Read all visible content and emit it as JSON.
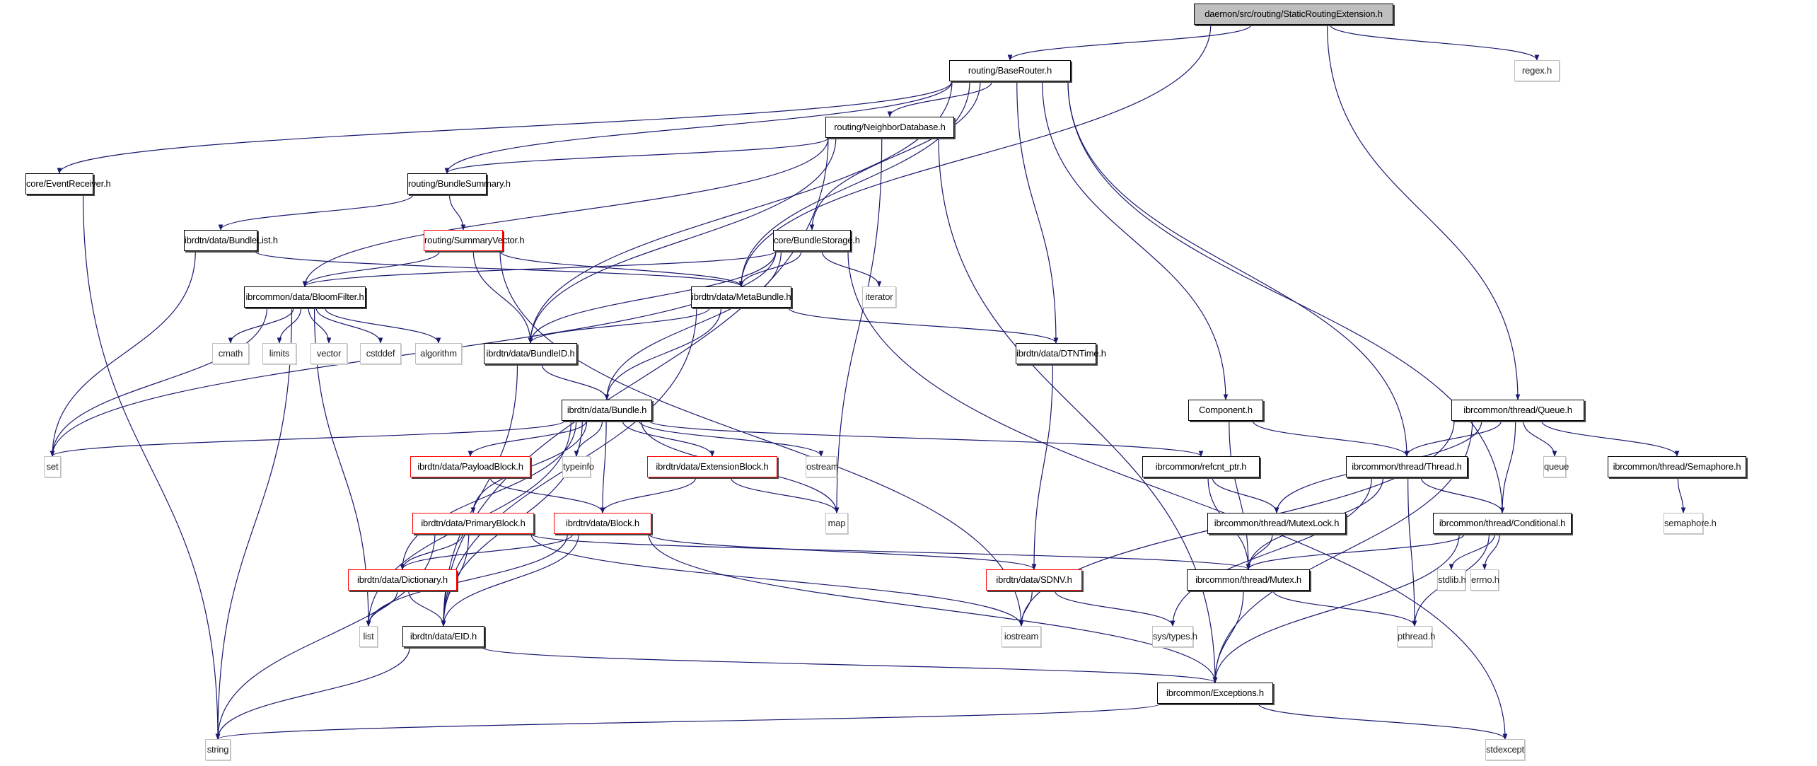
{
  "title": "daemon/src/routing/StaticRoutingExtension.h",
  "colors": {
    "edge": "#191970",
    "project_border": "#000000",
    "undocumented_border": "#ff0000",
    "system_border": "#bfbfbf",
    "root_fill": "#bfbfbf"
  },
  "nodes": [
    {
      "id": "root",
      "label": "daemon/src/routing/StaticRoutingExtension.h",
      "kind": "root"
    },
    {
      "id": "baserouter",
      "label": "routing/BaseRouter.h",
      "kind": "main"
    },
    {
      "id": "regex",
      "label": "regex.h",
      "kind": "sys"
    },
    {
      "id": "neighbordb",
      "label": "routing/NeighborDatabase.h",
      "kind": "main"
    },
    {
      "id": "eventreceiver",
      "label": "core/EventReceiver.h",
      "kind": "main"
    },
    {
      "id": "bundlesummary",
      "label": "routing/BundleSummary.h",
      "kind": "main"
    },
    {
      "id": "bundlelist",
      "label": "ibrdtn/data/BundleList.h",
      "kind": "main"
    },
    {
      "id": "summaryvector",
      "label": "routing/SummaryVector.h",
      "kind": "red"
    },
    {
      "id": "bundlestorage",
      "label": "core/BundleStorage.h",
      "kind": "main"
    },
    {
      "id": "bloomfilter",
      "label": "ibrcommon/data/BloomFilter.h",
      "kind": "main"
    },
    {
      "id": "metabundle",
      "label": "ibrdtn/data/MetaBundle.h",
      "kind": "main"
    },
    {
      "id": "iterator",
      "label": "iterator",
      "kind": "sys"
    },
    {
      "id": "cmath",
      "label": "cmath",
      "kind": "sys"
    },
    {
      "id": "limits",
      "label": "limits",
      "kind": "sys"
    },
    {
      "id": "vector",
      "label": "vector",
      "kind": "sys"
    },
    {
      "id": "cstddef",
      "label": "cstddef",
      "kind": "sys"
    },
    {
      "id": "algorithm",
      "label": "algorithm",
      "kind": "sys"
    },
    {
      "id": "bundleid",
      "label": "ibrdtn/data/BundleID.h",
      "kind": "main"
    },
    {
      "id": "dtntime",
      "label": "ibrdtn/data/DTNTime.h",
      "kind": "main"
    },
    {
      "id": "bundle",
      "label": "ibrdtn/data/Bundle.h",
      "kind": "main"
    },
    {
      "id": "component",
      "label": "Component.h",
      "kind": "main"
    },
    {
      "id": "queue_h",
      "label": "ibrcommon/thread/Queue.h",
      "kind": "main"
    },
    {
      "id": "set",
      "label": "set",
      "kind": "sys"
    },
    {
      "id": "payloadblock",
      "label": "ibrdtn/data/PayloadBlock.h",
      "kind": "red"
    },
    {
      "id": "typeinfo",
      "label": "typeinfo",
      "kind": "sys"
    },
    {
      "id": "extensionblock",
      "label": "ibrdtn/data/ExtensionBlock.h",
      "kind": "red"
    },
    {
      "id": "ostream",
      "label": "ostream",
      "kind": "sys"
    },
    {
      "id": "refcnt",
      "label": "ibrcommon/refcnt_ptr.h",
      "kind": "main"
    },
    {
      "id": "thread",
      "label": "ibrcommon/thread/Thread.h",
      "kind": "main"
    },
    {
      "id": "queue",
      "label": "queue",
      "kind": "sys"
    },
    {
      "id": "semaphore_h",
      "label": "ibrcommon/thread/Semaphore.h",
      "kind": "main"
    },
    {
      "id": "primaryblock",
      "label": "ibrdtn/data/PrimaryBlock.h",
      "kind": "red"
    },
    {
      "id": "block",
      "label": "ibrdtn/data/Block.h",
      "kind": "red"
    },
    {
      "id": "map",
      "label": "map",
      "kind": "sys"
    },
    {
      "id": "mutexlock",
      "label": "ibrcommon/thread/MutexLock.h",
      "kind": "main"
    },
    {
      "id": "conditional",
      "label": "ibrcommon/thread/Conditional.h",
      "kind": "main"
    },
    {
      "id": "semaphore",
      "label": "semaphore.h",
      "kind": "sys"
    },
    {
      "id": "dictionary",
      "label": "ibrdtn/data/Dictionary.h",
      "kind": "red"
    },
    {
      "id": "sdnv",
      "label": "ibrdtn/data/SDNV.h",
      "kind": "red"
    },
    {
      "id": "mutex",
      "label": "ibrcommon/thread/Mutex.h",
      "kind": "main"
    },
    {
      "id": "stdlib",
      "label": "stdlib.h",
      "kind": "sys"
    },
    {
      "id": "errno",
      "label": "errno.h",
      "kind": "sys"
    },
    {
      "id": "list",
      "label": "list",
      "kind": "sys"
    },
    {
      "id": "eid",
      "label": "ibrdtn/data/EID.h",
      "kind": "main"
    },
    {
      "id": "iostream",
      "label": "iostream",
      "kind": "sys"
    },
    {
      "id": "systypes",
      "label": "sys/types.h",
      "kind": "sys"
    },
    {
      "id": "pthread",
      "label": "pthread.h",
      "kind": "sys"
    },
    {
      "id": "exceptions",
      "label": "ibrcommon/Exceptions.h",
      "kind": "main"
    },
    {
      "id": "string",
      "label": "string",
      "kind": "sys"
    },
    {
      "id": "stdexcept",
      "label": "stdexcept",
      "kind": "sys"
    }
  ],
  "edges": [
    [
      "root",
      "baserouter"
    ],
    [
      "root",
      "regex"
    ],
    [
      "root",
      "metabundle"
    ],
    [
      "root",
      "queue_h"
    ],
    [
      "baserouter",
      "neighbordb"
    ],
    [
      "baserouter",
      "eventreceiver"
    ],
    [
      "baserouter",
      "bundlesummary"
    ],
    [
      "baserouter",
      "bundlestorage"
    ],
    [
      "baserouter",
      "metabundle"
    ],
    [
      "baserouter",
      "bundleid"
    ],
    [
      "baserouter",
      "dtntime"
    ],
    [
      "baserouter",
      "component"
    ],
    [
      "baserouter",
      "thread"
    ],
    [
      "baserouter",
      "conditional"
    ],
    [
      "neighbordb",
      "bundlesummary"
    ],
    [
      "neighbordb",
      "bloomfilter"
    ],
    [
      "neighbordb",
      "bundleid"
    ],
    [
      "neighbordb",
      "map"
    ],
    [
      "neighbordb",
      "eid"
    ],
    [
      "neighbordb",
      "exceptions"
    ],
    [
      "eventreceiver",
      "string"
    ],
    [
      "bundlesummary",
      "bundlelist"
    ],
    [
      "bundlesummary",
      "summaryvector"
    ],
    [
      "bundlelist",
      "metabundle"
    ],
    [
      "bundlelist",
      "set"
    ],
    [
      "summaryvector",
      "bloomfilter"
    ],
    [
      "summaryvector",
      "bundleid"
    ],
    [
      "summaryvector",
      "metabundle"
    ],
    [
      "summaryvector",
      "iostream"
    ],
    [
      "bundlestorage",
      "metabundle"
    ],
    [
      "bundlestorage",
      "bloomfilter"
    ],
    [
      "bundlestorage",
      "bundleid"
    ],
    [
      "bundlestorage",
      "iterator"
    ],
    [
      "bundlestorage",
      "bundle"
    ],
    [
      "bundlestorage",
      "set"
    ],
    [
      "bundlestorage",
      "stdexcept"
    ],
    [
      "bloomfilter",
      "cmath"
    ],
    [
      "bloomfilter",
      "limits"
    ],
    [
      "bloomfilter",
      "vector"
    ],
    [
      "bloomfilter",
      "cstddef"
    ],
    [
      "bloomfilter",
      "algorithm"
    ],
    [
      "bloomfilter",
      "set"
    ],
    [
      "bloomfilter",
      "list"
    ],
    [
      "bloomfilter",
      "string"
    ],
    [
      "metabundle",
      "bundleid"
    ],
    [
      "metabundle",
      "dtntime"
    ],
    [
      "metabundle",
      "bundle"
    ],
    [
      "metabundle",
      "eid"
    ],
    [
      "bundleid",
      "bundle"
    ],
    [
      "bundleid",
      "eid"
    ],
    [
      "dtntime",
      "sdnv"
    ],
    [
      "bundle",
      "set"
    ],
    [
      "bundle",
      "payloadblock"
    ],
    [
      "bundle",
      "typeinfo"
    ],
    [
      "bundle",
      "extensionblock"
    ],
    [
      "bundle",
      "ostream"
    ],
    [
      "bundle",
      "refcnt"
    ],
    [
      "bundle",
      "primaryblock"
    ],
    [
      "bundle",
      "block"
    ],
    [
      "bundle",
      "map"
    ],
    [
      "bundle",
      "dictionary"
    ],
    [
      "bundle",
      "eid"
    ],
    [
      "bundle",
      "list"
    ],
    [
      "component",
      "thread"
    ],
    [
      "component",
      "mutex"
    ],
    [
      "queue_h",
      "thread"
    ],
    [
      "queue_h",
      "queue"
    ],
    [
      "queue_h",
      "semaphore_h"
    ],
    [
      "queue_h",
      "conditional"
    ],
    [
      "queue_h",
      "mutexlock"
    ],
    [
      "queue_h",
      "iostream"
    ],
    [
      "queue_h",
      "exceptions"
    ],
    [
      "payloadblock",
      "block"
    ],
    [
      "extensionblock",
      "block"
    ],
    [
      "extensionblock",
      "map"
    ],
    [
      "refcnt",
      "mutexlock"
    ],
    [
      "refcnt",
      "mutex"
    ],
    [
      "thread",
      "conditional"
    ],
    [
      "thread",
      "mutex"
    ],
    [
      "thread",
      "systypes"
    ],
    [
      "thread",
      "pthread"
    ],
    [
      "semaphore_h",
      "semaphore"
    ],
    [
      "primaryblock",
      "dictionary"
    ],
    [
      "primaryblock",
      "eid"
    ],
    [
      "primaryblock",
      "mutex"
    ],
    [
      "primaryblock",
      "string"
    ],
    [
      "primaryblock",
      "iostream"
    ],
    [
      "block",
      "dictionary"
    ],
    [
      "block",
      "sdnv"
    ],
    [
      "block",
      "eid"
    ],
    [
      "block",
      "list"
    ],
    [
      "block",
      "exceptions"
    ],
    [
      "mutexlock",
      "mutex"
    ],
    [
      "conditional",
      "mutex"
    ],
    [
      "conditional",
      "stdlib"
    ],
    [
      "conditional",
      "errno"
    ],
    [
      "conditional",
      "pthread"
    ],
    [
      "conditional",
      "exceptions"
    ],
    [
      "dictionary",
      "eid"
    ],
    [
      "dictionary",
      "list"
    ],
    [
      "sdnv",
      "iostream"
    ],
    [
      "sdnv",
      "systypes"
    ],
    [
      "mutex",
      "exceptions"
    ],
    [
      "mutex",
      "pthread"
    ],
    [
      "eid",
      "exceptions"
    ],
    [
      "eid",
      "string"
    ],
    [
      "exceptions",
      "string"
    ],
    [
      "exceptions",
      "stdexcept"
    ]
  ]
}
